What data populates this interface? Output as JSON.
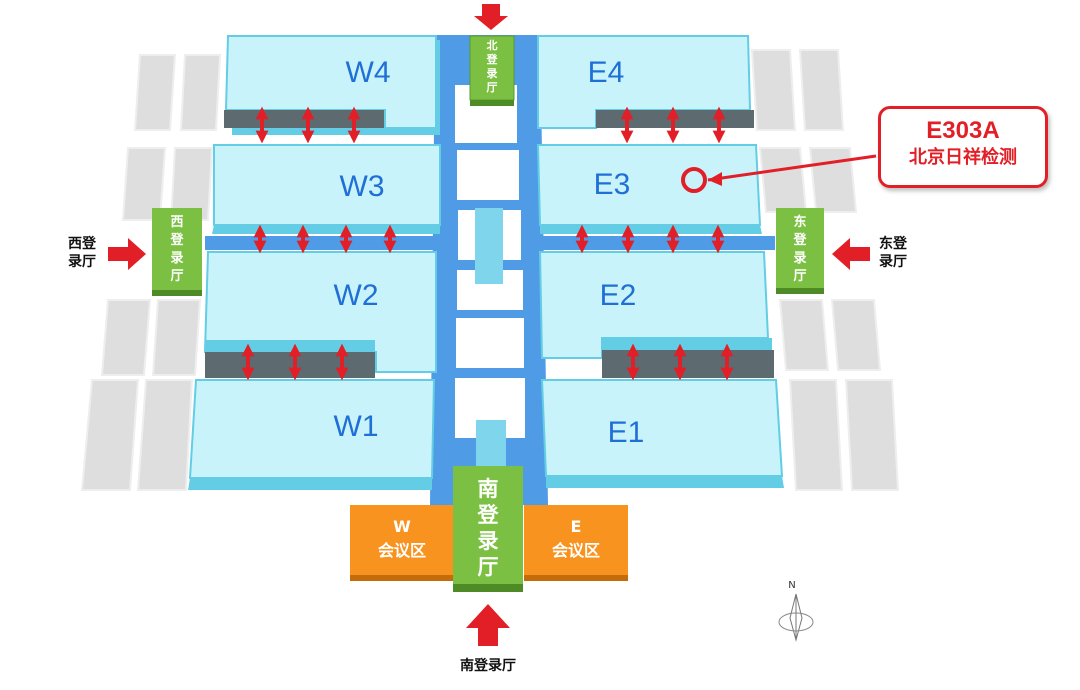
{
  "halls": {
    "w4": "W4",
    "w3": "W3",
    "w2": "W2",
    "w1": "W1",
    "e4": "E4",
    "e3": "E3",
    "e2": "E2",
    "e1": "E1"
  },
  "lobbies": {
    "north": [
      "北",
      "登",
      "录",
      "厅"
    ],
    "west": [
      "西",
      "登",
      "录",
      "厅"
    ],
    "east": [
      "东",
      "登",
      "录",
      "厅"
    ],
    "south": [
      "南",
      "登",
      "录",
      "厅"
    ]
  },
  "conference": {
    "west": {
      "line1": "W",
      "line2": "会议区"
    },
    "east": {
      "line1": "E",
      "line2": "会议区"
    }
  },
  "entrances": {
    "west": [
      "西登",
      "录厅"
    ],
    "east": [
      "东登",
      "录厅"
    ],
    "south": "南登录厅"
  },
  "booth": {
    "number": "E303A",
    "company": "北京日祥检测"
  },
  "compass": {
    "label": "N"
  },
  "colors": {
    "hall_fill": "#c8f3fb",
    "hall_side": "#62cde4",
    "corridor": "#4f9be6",
    "lobby_green": "#7cc043",
    "conference_orange": "#f7931e",
    "arrow_red": "#e21f26",
    "gray_block": "#dcdcdc"
  }
}
